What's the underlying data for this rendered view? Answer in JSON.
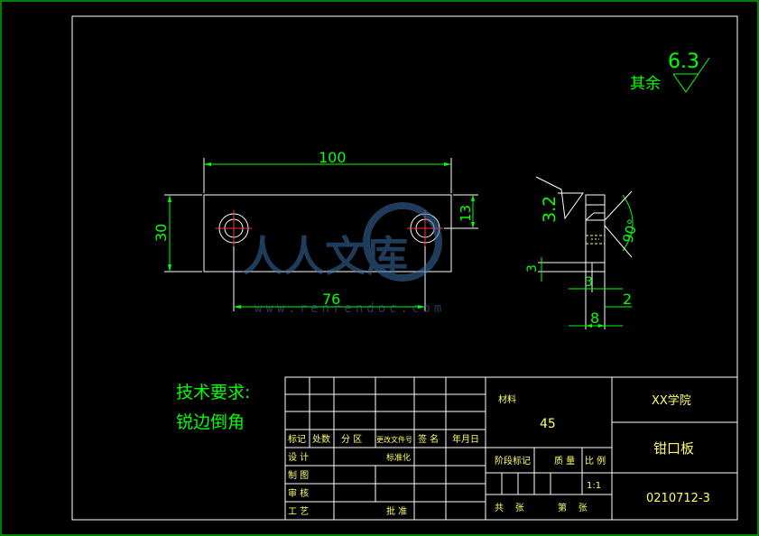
{
  "roughness": {
    "prefix": "其余",
    "value": "6.3"
  },
  "front_view": {
    "dim_length": "100",
    "dim_height": "30",
    "dim_hole_offset": "13",
    "dim_hole_spacing": "76"
  },
  "side_view": {
    "roughness_value": "3.2",
    "dim_angle": "90°",
    "dim_slot_height": "3",
    "dim_slot_depth": "3",
    "dim_chamfer": "2",
    "dim_thickness": "8"
  },
  "tech_requirements": {
    "title": "技术要求:",
    "item": "锐边倒角"
  },
  "watermark": {
    "text": "人人文库",
    "url": "www.renrendoc.com"
  },
  "title_block": {
    "header_labels": [
      "标记",
      "处数",
      "分 区",
      "更改文件号",
      "签 名",
      "年月日"
    ],
    "row_design": "设 计",
    "row_standardize": "标准化",
    "row_drawing": "制 图",
    "row_review": "审 核",
    "row_process": "工 艺",
    "row_approve": "批 准",
    "material_label": "材料",
    "material_value": "45",
    "stage_label": "阶段标记",
    "mass_label": "质 量",
    "scale_label": "比 例",
    "scale_value": "1:1",
    "sheets_total": "共    张",
    "sheet_no": "第    张",
    "school": "XX学院",
    "part_name": "钳口板",
    "drawing_no": "0210712-3"
  }
}
